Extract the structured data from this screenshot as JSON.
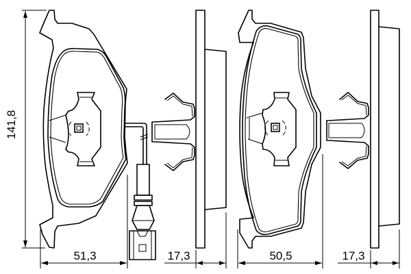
{
  "drawing": {
    "title": "Brake pad set technical drawing",
    "stroke_color": "#000000",
    "background": "#ffffff"
  },
  "dimensions": {
    "height_left": "141,8",
    "width_pad_1": "51,3",
    "thickness_pad_1": "17,3",
    "width_pad_2": "50,5",
    "thickness_pad_2": "17,3"
  },
  "components": [
    {
      "name": "pad-1-front-view",
      "feature": "wear sensor cable with connector"
    },
    {
      "name": "pad-1-side-view",
      "feature": "spring clip"
    },
    {
      "name": "pad-2-front-view",
      "feature": "no sensor"
    },
    {
      "name": "pad-2-side-view",
      "feature": "spring clip"
    }
  ]
}
